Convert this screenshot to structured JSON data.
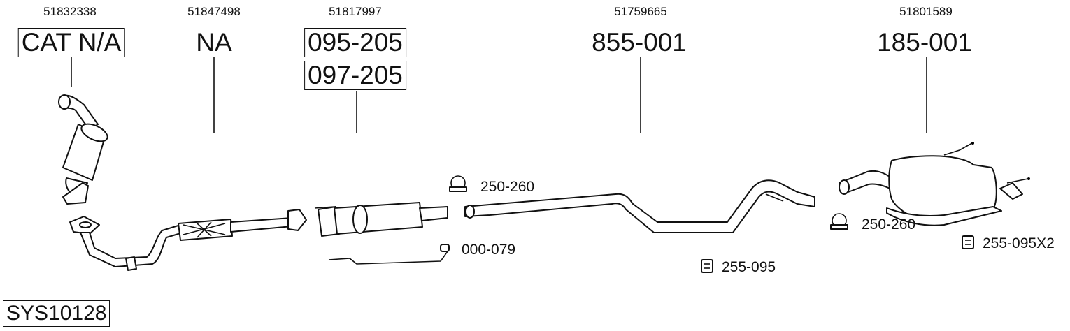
{
  "parts": [
    {
      "oe_number": "51832338",
      "part_code": "CAT N/A",
      "boxed": true
    },
    {
      "oe_number": "51847498",
      "part_code": "NA",
      "boxed": false
    },
    {
      "oe_number": "51817997",
      "part_codes": [
        "095-205",
        "097-205"
      ],
      "boxed": true
    },
    {
      "oe_number": "51759665",
      "part_code": "855-001",
      "boxed": false
    },
    {
      "oe_number": "51801589",
      "part_code": "185-001",
      "boxed": false
    }
  ],
  "accessories": [
    {
      "code": "250-260",
      "icon": "clamp-icon"
    },
    {
      "code": "000-079",
      "icon": "sensor-pipe-icon"
    },
    {
      "code": "255-095",
      "icon": "rubber-mount-icon"
    },
    {
      "code": "250-260",
      "icon": "clamp-icon"
    },
    {
      "code": "255-095X2",
      "icon": "rubber-mount-icon"
    }
  ],
  "system_code": "SYS10128"
}
